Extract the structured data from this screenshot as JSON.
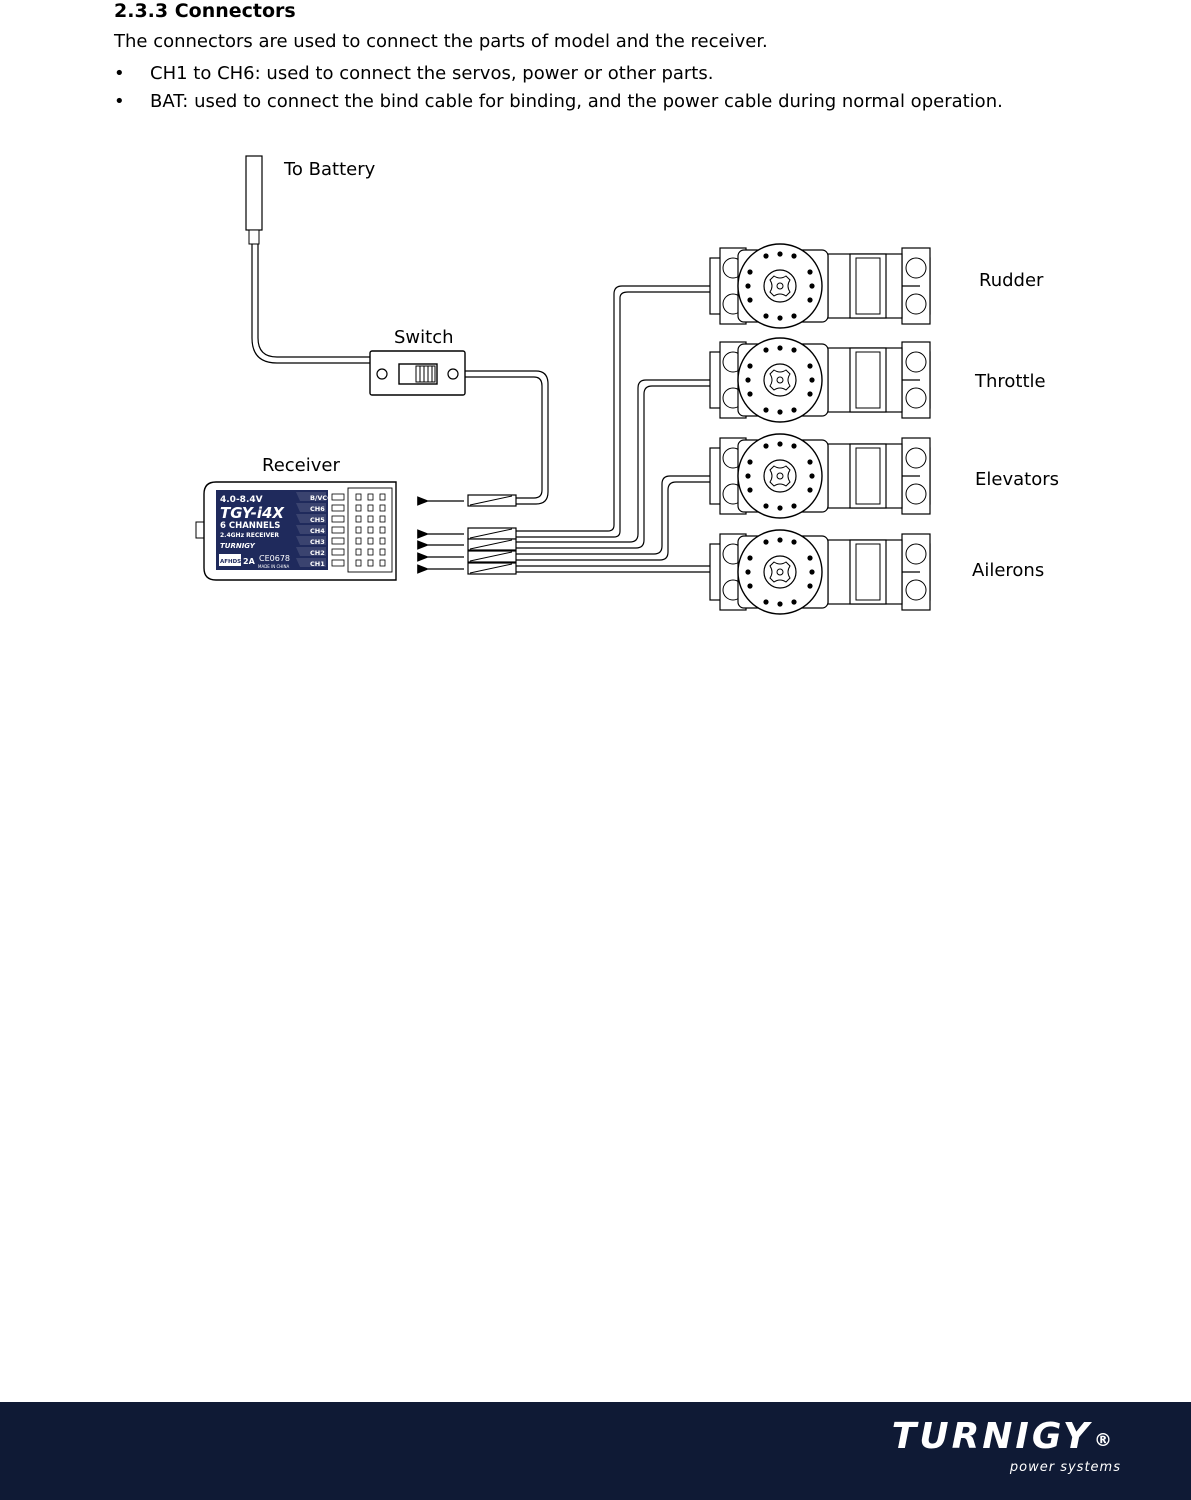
{
  "section": {
    "heading": "2.3.3 Connectors",
    "intro": "The connectors are used to connect the parts of model and the receiver.",
    "bullets": [
      "CH1 to CH6: used to connect the servos, power or other parts.",
      "BAT: used to connect the bind cable for binding, and the power cable during normal operation."
    ]
  },
  "diagram": {
    "labels": {
      "battery": "To Battery",
      "switch": "Switch",
      "receiver": "Receiver",
      "rudder": "Rudder",
      "throttle": "Throttle",
      "elevators": "Elevators",
      "ailerons": "Ailerons"
    },
    "receiver_label": {
      "voltage": "4.0-8.4V",
      "model": "TGY-i4X",
      "channels": "6 CHANNELS",
      "band": "2.4GHz RECEIVER",
      "brand": "TURNIGY",
      "cert": "CE0678",
      "afhds": "AFHDS",
      "afhds_ver": "2A",
      "made": "MADE IN CHINA",
      "ports": [
        "B/VCC",
        "CH6",
        "CH5",
        "CH4",
        "CH3",
        "CH2",
        "CH1"
      ]
    }
  },
  "footer": {
    "brand": "TURNIGY",
    "registered": "®",
    "tagline": "power systems"
  }
}
